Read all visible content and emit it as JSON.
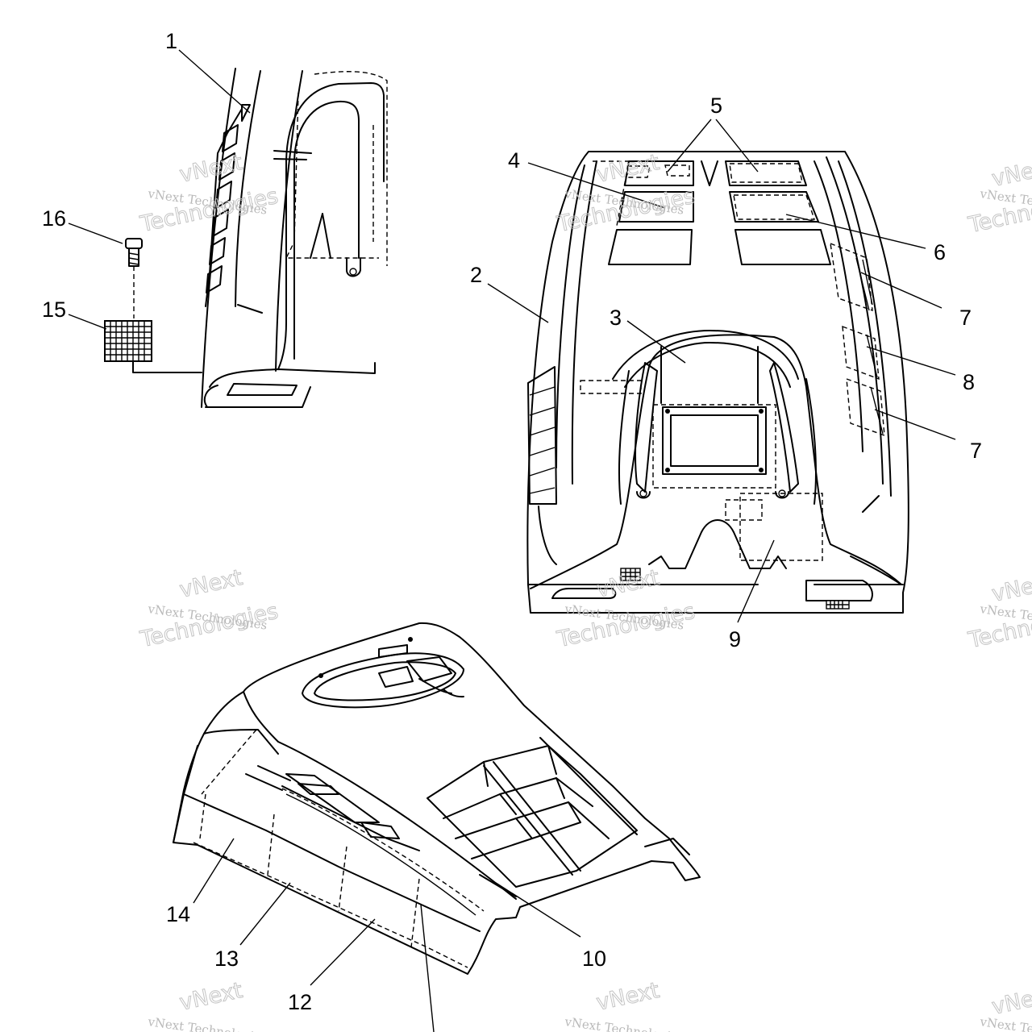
{
  "watermark": {
    "line1": "vNext Technologies",
    "line2": "vNext",
    "line3": "Technologies"
  },
  "callouts": {
    "c1": "1",
    "c2": "2",
    "c3": "3",
    "c4": "4",
    "c5": "5",
    "c6": "6",
    "c7a": "7",
    "c7b": "7",
    "c8": "8",
    "c9": "9",
    "c10": "10",
    "c12": "12",
    "c13": "13",
    "c14": "14",
    "c15": "15",
    "c16": "16"
  },
  "colors": {
    "line": "#000000",
    "background": "#ffffff",
    "watermark": "#bdbdbd"
  }
}
